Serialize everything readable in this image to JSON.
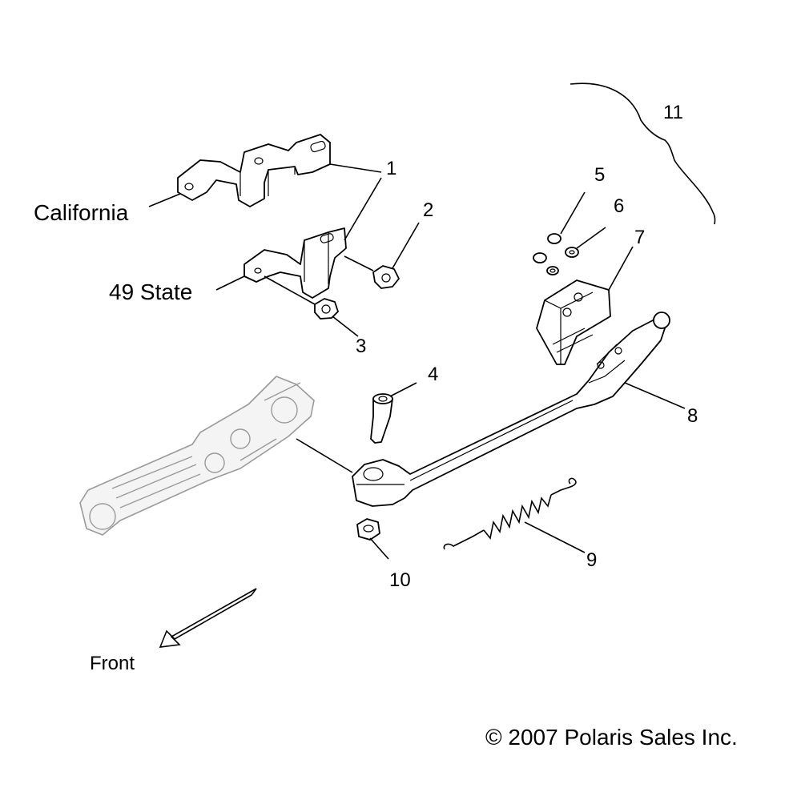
{
  "diagram": {
    "labels": {
      "california": "California",
      "state49": "49 State",
      "front": "Front",
      "copyright": "© 2007 Polaris Sales Inc."
    },
    "callouts": [
      "1",
      "2",
      "3",
      "4",
      "5",
      "6",
      "7",
      "8",
      "9",
      "10",
      "11"
    ]
  }
}
